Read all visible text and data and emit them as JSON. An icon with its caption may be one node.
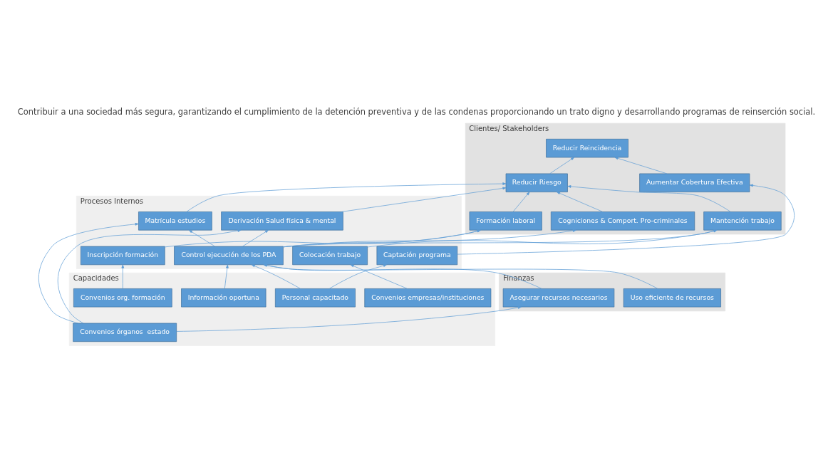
{
  "diagram": {
    "title": "Contribuir a una sociedad más segura, garantizando el cumplimiento de la detención preventiva y de las condenas proporcionando un trato digno y desarrollando programas de reinserción social.",
    "nodes": [
      {
        "text": [
          "Clientes/ Stakeholders"
        ]
      },
      {
        "text": [
          "Reducir Reincidencia"
        ],
        "in": 0
      },
      {
        "text": [
          "Reducir Riesgo"
        ],
        "in": 0
      },
      {
        "text": [
          "Aumentar Cobertura Efectiva"
        ],
        "in": 0
      },
      {
        "text": [
          "Mantención trabajo"
        ],
        "in": 0
      },
      {
        "text": [
          "Formación laboral"
        ],
        "in": 0
      },
      {
        "text": [
          "Cogniciones & Comport. Pro-criminales"
        ],
        "in": 0
      },
      {
        "text": [
          "Procesos Internos"
        ]
      },
      {
        "text": [
          "Colocación trabajo"
        ],
        "in": 7
      },
      {
        "text": [
          "Inscripción formación"
        ],
        "in": 7
      },
      {
        "text": [
          "Matrícula estudios"
        ],
        "in": 7
      },
      {
        "text": [
          "Derivación Salud física & mental"
        ],
        "in": 7
      },
      {
        "text": [
          "Captación programa"
        ],
        "in": 7
      },
      {
        "text": [
          "Control ejecución de los PDA"
        ],
        "in": 7
      },
      {
        "text": [
          "Finanzas"
        ]
      },
      {
        "text": [
          "Uso eficiente de recursos"
        ],
        "in": 14
      },
      {
        "text": [
          "Asegurar recursos necesarios"
        ],
        "in": 14
      },
      {
        "text": [
          "Capacidades"
        ]
      },
      {
        "text": [
          "Convenios empresas/instituciones"
        ],
        "in": 17
      },
      {
        "text": [
          "Convenios órganos  estado"
        ],
        "in": 17
      },
      {
        "text": [
          "Convenios org. formación"
        ],
        "in": 17
      },
      {
        "text": [
          "Información oportuna"
        ],
        "in": 17
      },
      {
        "text": [
          "Personal capacitado"
        ],
        "in": 17
      }
    ],
    "edges": [
      {
        "from": 2,
        "to": 1,
        "arrow": "to"
      },
      {
        "from": 3,
        "to": 1,
        "arrow": "to"
      },
      {
        "from": 4,
        "to": 2,
        "arrow": "to"
      },
      {
        "from": 5,
        "to": 2,
        "arrow": "to"
      },
      {
        "from": 6,
        "to": 2,
        "arrow": "to"
      },
      {
        "from": 11,
        "to": 2,
        "arrow": "to"
      },
      {
        "from": 10,
        "to": 2,
        "arrow": "to"
      },
      {
        "from": 8,
        "to": 4,
        "arrow": "to"
      },
      {
        "from": 13,
        "to": 4,
        "arrow": "to"
      },
      {
        "from": 9,
        "to": 5,
        "arrow": "to"
      },
      {
        "from": 13,
        "to": 5,
        "arrow": "to"
      },
      {
        "from": 13,
        "to": 6,
        "arrow": "to"
      },
      {
        "from": 13,
        "to": 10,
        "arrow": "to"
      },
      {
        "from": 13,
        "to": 11,
        "arrow": "to"
      },
      {
        "from": 12,
        "to": 3,
        "arrow": "to"
      },
      {
        "from": 18,
        "to": 8,
        "arrow": "to"
      },
      {
        "from": 20,
        "to": 9,
        "arrow": "to"
      },
      {
        "from": 19,
        "to": 10,
        "arrow": "to"
      },
      {
        "from": 15,
        "to": 13,
        "arrow": "to"
      },
      {
        "from": 19,
        "to": 11,
        "arrow": "to"
      },
      {
        "from": 19,
        "to": 16,
        "arrow": "to"
      },
      {
        "from": 21,
        "to": 13,
        "arrow": "to"
      },
      {
        "from": 22,
        "to": 13,
        "arrow": "to"
      },
      {
        "from": 16,
        "to": 13,
        "arrow": "to"
      },
      {
        "from": 22,
        "to": 12,
        "arrow": "to"
      }
    ]
  }
}
